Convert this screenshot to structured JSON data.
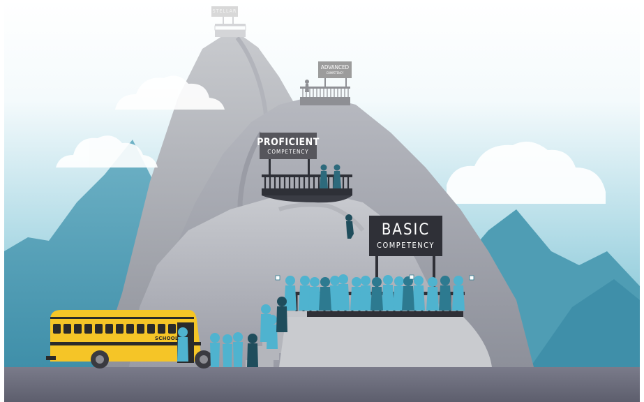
{
  "signs": {
    "stellar": {
      "title": "STELLAR"
    },
    "advanced": {
      "title": "ADVANCED",
      "subtitle": "COMPETENCY"
    },
    "proficient": {
      "title": "PROFICIENT",
      "subtitle": "COMPETENCY"
    },
    "basic": {
      "title": "BASIC",
      "subtitle": "COMPETENCY"
    }
  },
  "bus": {
    "label": "SCHOOL"
  },
  "colors": {
    "sky_top": "#ffffff",
    "sky_bottom": "#5fb3c9",
    "mountain": "#a2a4ad",
    "ground": "#676878",
    "bus": "#f5c527",
    "figure_light": "#4fb3cf",
    "figure_dark": "#1f4d5c",
    "sign_dark": "#2f3037"
  }
}
